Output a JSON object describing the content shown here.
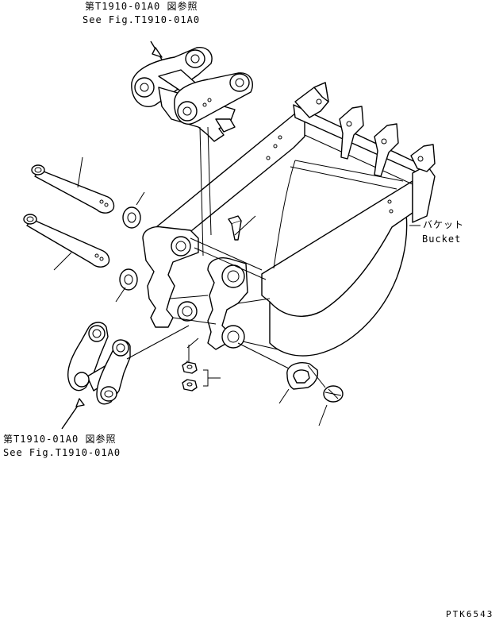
{
  "references": {
    "top_jp": "第T1910-01A0 図参照",
    "top_en": "See Fig.T1910-01A0",
    "bottom_jp": "第T1910-01A0 図参照",
    "bottom_en": "See Fig.T1910-01A0"
  },
  "bucket": {
    "label_jp": "バケット",
    "label_en": "Bucket"
  },
  "drawing_code": "PTK6543"
}
